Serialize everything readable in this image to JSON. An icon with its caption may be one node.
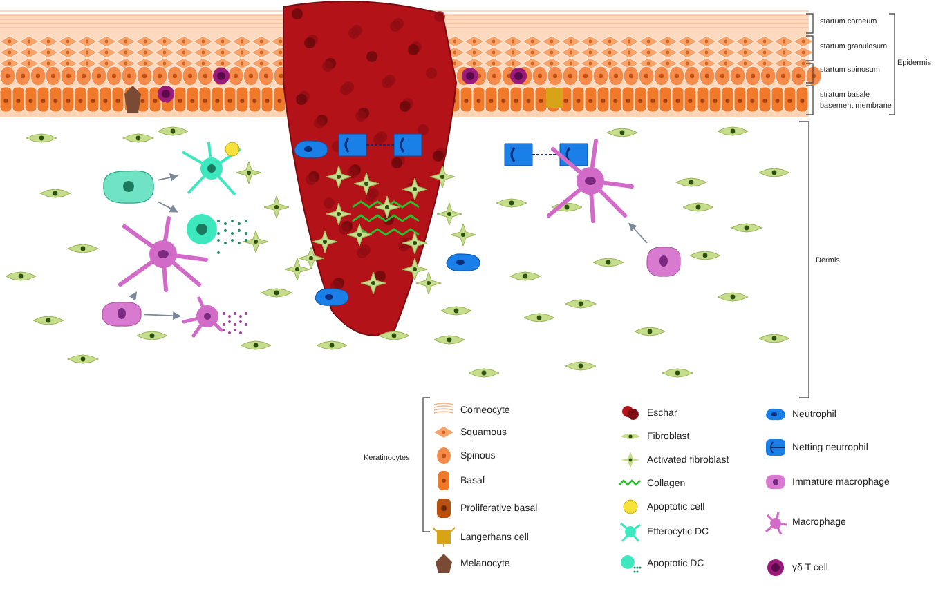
{
  "diagram": {
    "nodes": [
      {
        "text": [],
        "shape": "picture"
      },
      {
        "text": [],
        "shape": "picture"
      },
      {
        "text": [],
        "shape": "picture"
      },
      {
        "text": [],
        "shape": "picture"
      },
      {
        "text": [],
        "shape": "picture"
      },
      {
        "text": [],
        "shape": "picture"
      },
      {
        "text": [],
        "shape": "picture"
      },
      {
        "text": [],
        "shape": "picture"
      }
    ],
    "edges": [
      {
        "from": 0,
        "to": 1,
        "arrow": "to"
      },
      {
        "from": 0,
        "to": 2,
        "arrow": "to"
      },
      {
        "from": 4,
        "to": 3,
        "arrow": "to"
      },
      {
        "from": 4,
        "to": 5,
        "arrow": "to"
      },
      {
        "from": 7,
        "to": 6,
        "arrow": "to"
      }
    ],
    "labels": [
      "startum corneum",
      "startum granulosum",
      "startum spinosum",
      "stratum basale",
      "basement membrane",
      "Epidermis",
      "Dermis",
      "Keratinocytes"
    ],
    "legend": [
      {
        "text": "Corneocyte"
      },
      {
        "text": "Squamous"
      },
      {
        "text": "Spinous"
      },
      {
        "text": "Basal"
      },
      {
        "text": "Proliferative basal"
      },
      {
        "text": "Langerhans cell"
      },
      {
        "text": "Melanocyte"
      },
      {
        "text": "Eschar"
      },
      {
        "text": "Fibroblast"
      },
      {
        "text": "Activated fibroblast"
      },
      {
        "text": "Collagen"
      },
      {
        "text": "Apoptotic cell"
      },
      {
        "text": "Efferocytic DC"
      },
      {
        "text": "Apoptotic DC"
      },
      {
        "text": "Neutrophil"
      },
      {
        "text": "Netting neutrophil"
      },
      {
        "text": "Immature macrophage"
      },
      {
        "text": "Macrophage"
      },
      {
        "text": "γδ T cell"
      }
    ]
  }
}
